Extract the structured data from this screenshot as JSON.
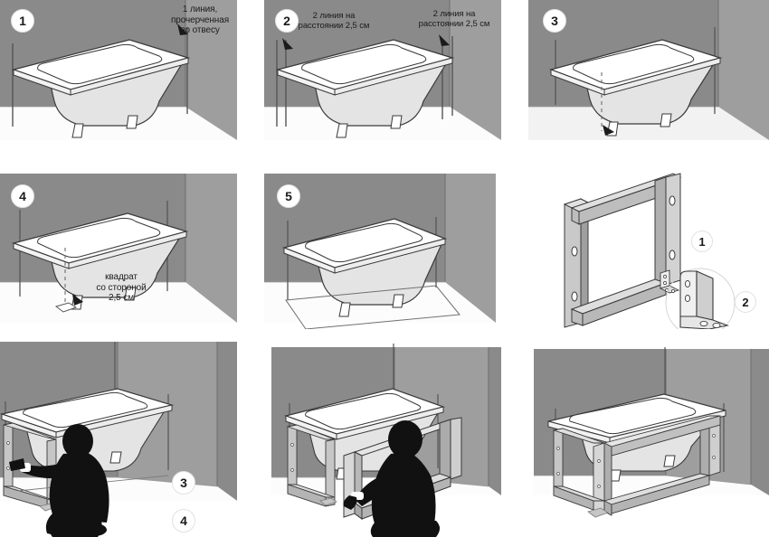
{
  "document": {
    "title": "Инструкция по установке каркаса ванны",
    "language": "ru",
    "layout": "9 иллюстраций в сетке 3x3"
  },
  "colors": {
    "back_wall": "#8a8a8a",
    "side_wall": "#9e9e9e",
    "floor": "#fdfdfd",
    "tub_body": "#e8e8e8",
    "tub_top": "#ffffff",
    "outline": "#3a3a3a",
    "frame_light": "#d8d8d8",
    "frame_mid": "#b5b5b5",
    "frame_dark": "#8f8f8f",
    "person": "#111111",
    "badge_bg": "#ffffff",
    "badge_border": "#e2e2e2",
    "text": "#1b1b1b"
  },
  "panels": [
    {
      "id": "panel-1",
      "badge": "1",
      "scene": "Ванна в углу комнаты, вертикальная линия на стене",
      "callouts": [
        {
          "name": "plumb-line-label",
          "text": "1 линия,\nпрочерченная\nпо отвесу"
        }
      ]
    },
    {
      "id": "panel-2",
      "badge": "2",
      "scene": "Ванна в углу, две вертикальные линии на расстоянии 2,5 см",
      "callouts": [
        {
          "name": "second-line-label-left",
          "text": "2 линия на\nрасстоянии 2,5 см"
        },
        {
          "name": "second-line-label-right",
          "text": "2 линия на\nрасстоянии 2,5 см"
        }
      ]
    },
    {
      "id": "panel-3",
      "badge": "3",
      "scene": "Перенос точки на пол по отвесу пунктирной линией",
      "callouts": []
    },
    {
      "id": "panel-4",
      "badge": "4",
      "scene": "Разметка квадрата на полу под стойку каркаса",
      "callouts": [
        {
          "name": "square-label",
          "text": "квадрат\nсо стороной\n2,5 см"
        }
      ]
    },
    {
      "id": "panel-5",
      "badge": "5",
      "scene": "Готовый контур разметки на полу вокруг ванны",
      "callouts": []
    },
    {
      "id": "panel-parts",
      "badge": null,
      "scene": "Детали каркаса: рама и монтажный уголок",
      "callouts": [],
      "part_labels": [
        {
          "name": "part-label-frame",
          "text": "1"
        },
        {
          "name": "part-label-bracket",
          "text": "2"
        }
      ]
    },
    {
      "id": "panel-6",
      "badge": null,
      "scene": "Монтажник крепит боковую раму каркаса под ванной",
      "callouts": [],
      "step_labels": [
        {
          "name": "step-label-3",
          "text": "3"
        },
        {
          "name": "step-label-4",
          "text": "4"
        }
      ]
    },
    {
      "id": "panel-7",
      "badge": null,
      "scene": "Монтажник устанавливает переднюю раму каркаса",
      "callouts": []
    },
    {
      "id": "panel-8",
      "badge": null,
      "scene": "Собранный каркас вокруг ванны",
      "callouts": []
    }
  ]
}
